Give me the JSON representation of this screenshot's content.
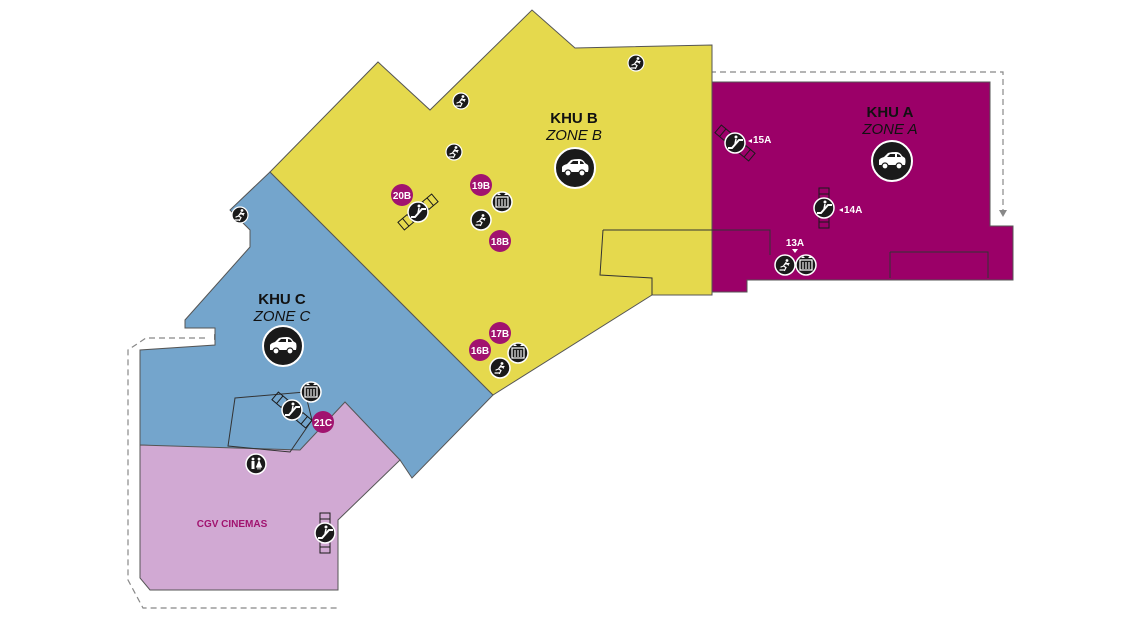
{
  "colors": {
    "zone_a": "#9b0068",
    "zone_b": "#e5d94d",
    "zone_c": "#74a5cc",
    "cinema": "#d1a9d3",
    "tag": "#a1136f",
    "icon": "#1a1a1a",
    "route": "#888888"
  },
  "zones": {
    "a": {
      "title": "KHU A",
      "subtitle": "ZONE A",
      "icon": "car-icon"
    },
    "b": {
      "title": "KHU B",
      "subtitle": "ZONE B",
      "icon": "car-icon"
    },
    "c": {
      "title": "KHU C",
      "subtitle": "ZONE C",
      "icon": "car-icon"
    }
  },
  "cinema": {
    "label": "CGV CINEMAS"
  },
  "tags": {
    "t20b": "20B",
    "t19b": "19B",
    "t18b": "18B",
    "t17b": "17B",
    "t16b": "16B",
    "t21c": "21C"
  },
  "plain_labels": {
    "l15a": "15A",
    "l14a": "14A",
    "l13a": "13A"
  }
}
